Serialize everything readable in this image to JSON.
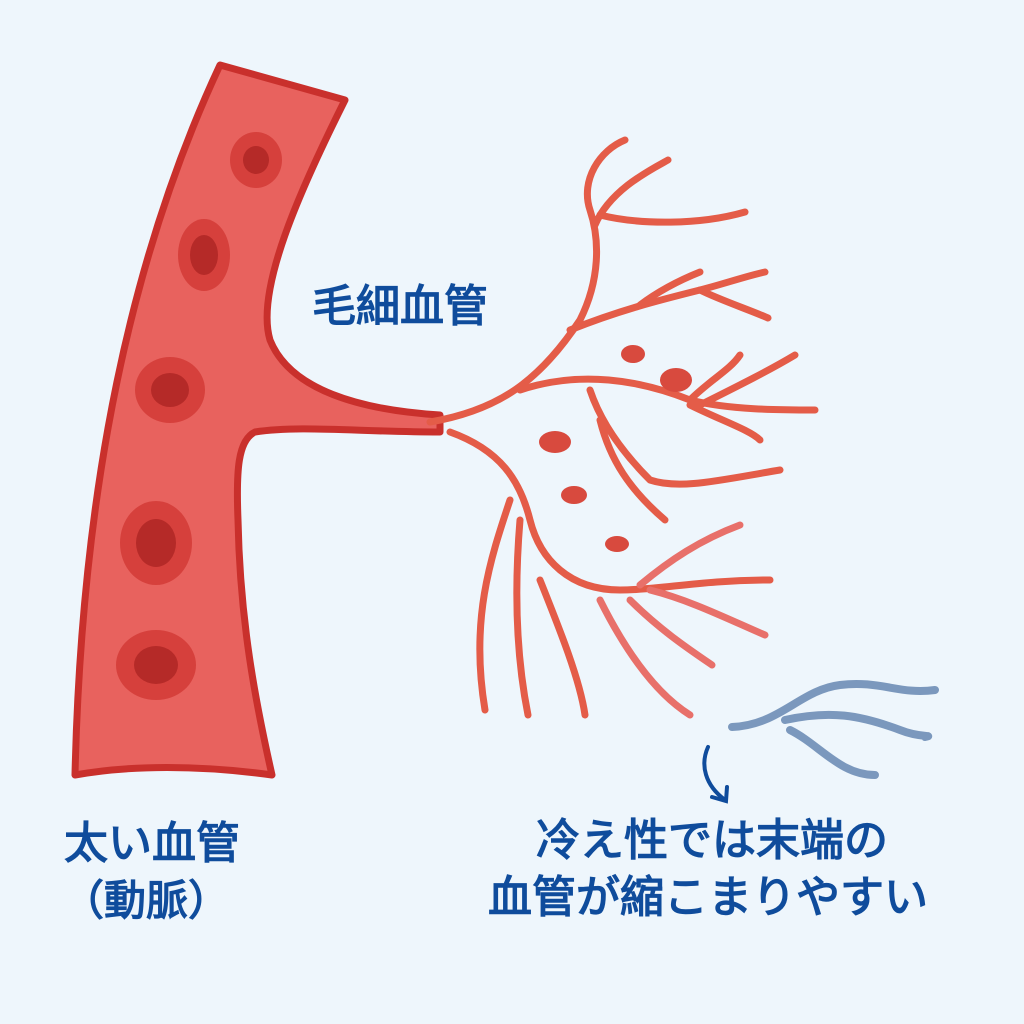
{
  "labels": {
    "capillary": "毛細血管",
    "large_vessel_line1": "太い血管",
    "large_vessel_line2": "（動脈）",
    "note_line1": "冷え性では末端の",
    "note_line2": "血管が縮こまりやすい"
  },
  "colors": {
    "background": "#eef6fc",
    "vessel_fill": "#e8625e",
    "vessel_outline": "#c9302c",
    "capillary": "#e45c48",
    "constricted_vessel": "#7b98bd",
    "text": "#0f4c9c"
  }
}
